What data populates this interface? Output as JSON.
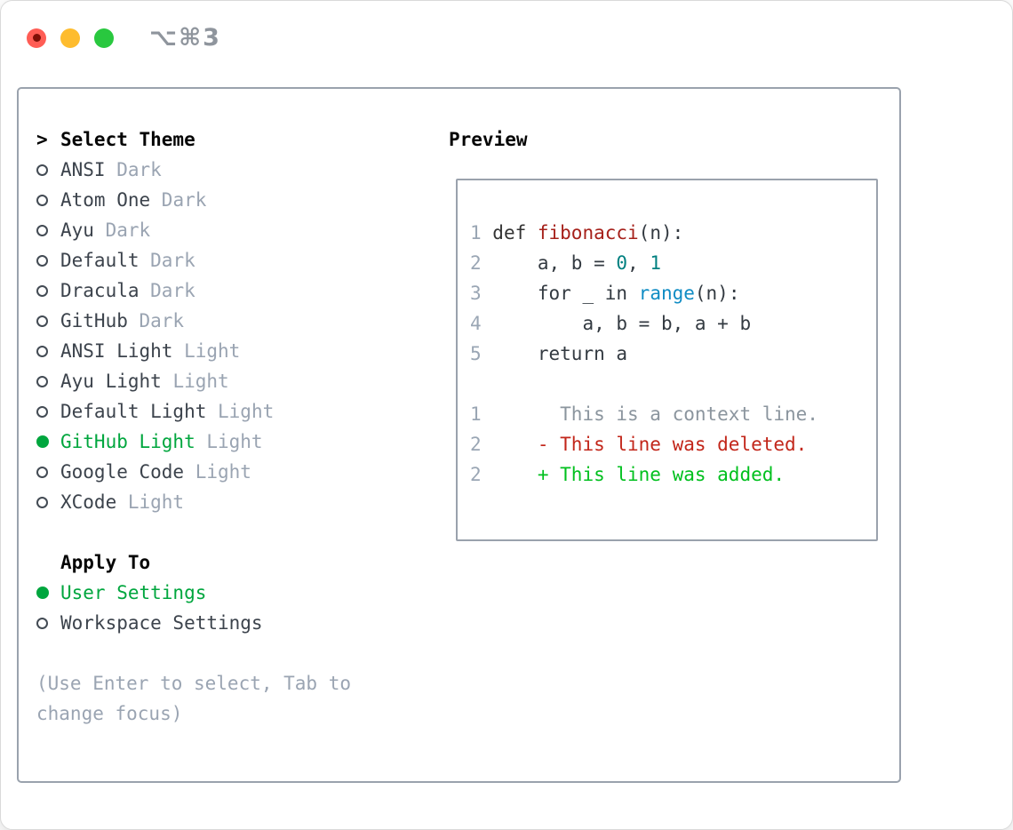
{
  "titlebar": {
    "title": "⌥⌘3"
  },
  "colors": {
    "selected_green": "#00a63e",
    "diff_added_green": "#00c01e",
    "diff_deleted_red": "#c2261a",
    "syntax_title_red": "#a6201a",
    "syntax_number_teal": "#008080",
    "syntax_builtin_blue": "#0f8cc4",
    "muted_gray": "#9aa4b2",
    "text_dark": "#3c434c",
    "panel_border": "#9aa2ad",
    "traffic_red": "#ff5d55",
    "traffic_yellow": "#febc2e",
    "traffic_green": "#29c83f"
  },
  "theme_list": {
    "header_prefix": ">",
    "header": "Select Theme",
    "items": [
      {
        "name": "ANSI",
        "variant": "Dark",
        "selected": false
      },
      {
        "name": "Atom One",
        "variant": "Dark",
        "selected": false
      },
      {
        "name": "Ayu",
        "variant": "Dark",
        "selected": false
      },
      {
        "name": "Default",
        "variant": "Dark",
        "selected": false
      },
      {
        "name": "Dracula",
        "variant": "Dark",
        "selected": false
      },
      {
        "name": "GitHub",
        "variant": "Dark",
        "selected": false
      },
      {
        "name": "ANSI Light",
        "variant": "Light",
        "selected": false
      },
      {
        "name": "Ayu Light",
        "variant": "Light",
        "selected": false
      },
      {
        "name": "Default Light",
        "variant": "Light",
        "selected": false
      },
      {
        "name": "GitHub Light",
        "variant": "Light",
        "selected": true
      },
      {
        "name": "Google Code",
        "variant": "Light",
        "selected": false
      },
      {
        "name": "XCode",
        "variant": "Light",
        "selected": false
      }
    ]
  },
  "apply_to": {
    "header": "Apply To",
    "items": [
      {
        "name": "User Settings",
        "selected": true
      },
      {
        "name": "Workspace Settings",
        "selected": false
      }
    ]
  },
  "hint_lines": [
    "(Use Enter to select, Tab to",
    "change focus)"
  ],
  "preview": {
    "header": "Preview",
    "lines": [
      {
        "num": "1",
        "segments": [
          {
            "text": "def ",
            "style": "keyword"
          },
          {
            "text": "fibonacci",
            "style": "title"
          },
          {
            "text": "(n):",
            "style": "code"
          }
        ]
      },
      {
        "num": "2",
        "segments": [
          {
            "text": "    a, b = ",
            "style": "code"
          },
          {
            "text": "0",
            "style": "number"
          },
          {
            "text": ", ",
            "style": "code"
          },
          {
            "text": "1",
            "style": "number"
          }
        ]
      },
      {
        "num": "3",
        "segments": [
          {
            "text": "    for _ in ",
            "style": "code"
          },
          {
            "text": "range",
            "style": "builtin"
          },
          {
            "text": "(n):",
            "style": "code"
          }
        ]
      },
      {
        "num": "4",
        "segments": [
          {
            "text": "        a, b = b, a + b",
            "style": "code"
          }
        ]
      },
      {
        "num": "5",
        "segments": [
          {
            "text": "    return a",
            "style": "code"
          }
        ]
      },
      {
        "num": "",
        "segments": []
      },
      {
        "num": "1",
        "segments": [
          {
            "text": "      This is a context line.",
            "style": "context"
          }
        ]
      },
      {
        "num": "2",
        "segments": [
          {
            "text": "    - This line was deleted.",
            "style": "deleted"
          }
        ]
      },
      {
        "num": "2",
        "segments": [
          {
            "text": "    + This line was added.",
            "style": "added"
          }
        ]
      }
    ]
  }
}
